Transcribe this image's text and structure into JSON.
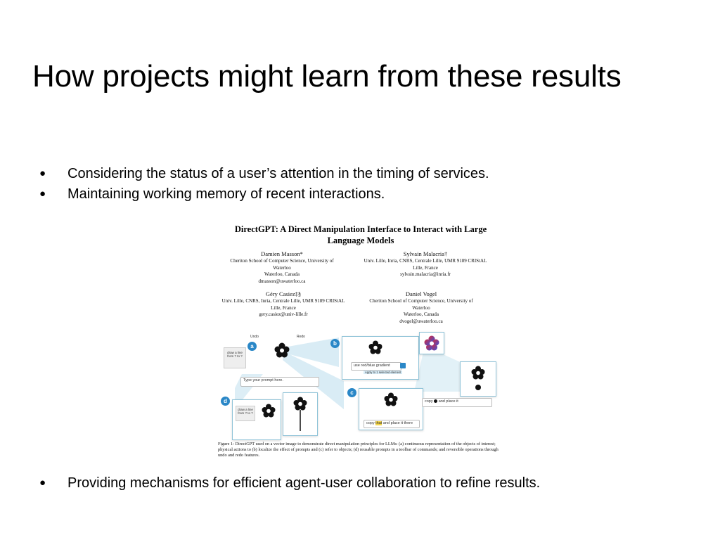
{
  "slide": {
    "title": "How projects might learn from these results",
    "bullets_top": [
      "Considering the status of a user’s attention in the timing of services.",
      "Maintaining working memory of recent interactions."
    ],
    "bullets_bottom": [
      "Providing mechanisms for efficient agent-user collaboration to refine results."
    ],
    "bullet_glyph": "●"
  },
  "figure": {
    "paper_title_line1": "DirectGPT: A Direct Manipulation Interface to Interact with Large",
    "paper_title_line2": "Language Models",
    "authors": [
      {
        "name": "Damien Masson*",
        "lines": [
          "Cheriton School of Computer Science, University of",
          "Waterloo",
          "Waterloo, Canada",
          "dmasson@uwaterloo.ca"
        ]
      },
      {
        "name": "Sylvain Malacria†",
        "lines": [
          "Univ. Lille, Inria, CNRS, Centrale Lille, UMR 9189 CRIStAL",
          "Lille, France",
          "sylvain.malacria@inria.fr"
        ]
      },
      {
        "name": "Géry Casiez‡§",
        "lines": [
          "Univ. Lille, CNRS, Inria, Centrale Lille, UMR 9189 CRIStAL",
          "Lille, France",
          "gery.casiez@univ-lille.fr"
        ]
      },
      {
        "name": "Daniel Vogel",
        "lines": [
          "Cheriton School of Computer Science, University of",
          "Waterloo",
          "Waterloo, Canada",
          "dvogel@uwaterloo.ca"
        ]
      }
    ],
    "diagram": {
      "labels": [
        "a",
        "b",
        "c",
        "d"
      ],
      "undo": "Undo",
      "redo": "Redo",
      "prompt_placeholder": "Type your prompt here.",
      "prompt_b": "use red/blue gradient",
      "applied_b": "Apply to 1 selected element",
      "prompt_c1": "copy",
      "prompt_c1b": "and place it",
      "prompt_c2a": "copy",
      "prompt_c2_highlight": "that",
      "prompt_c2b": "and place it there",
      "toolbar_card_a": "draw a line from ? to ?",
      "toolbar_card_d": "draw a line from ? to ?"
    },
    "caption": "Figure 1: DirectGPT used on a vector image to demonstrate direct manipulation principles for LLMs: (a) continuous representation of the objects of interest; physical actions to (b) localize the effect of prompts and (c) refer to objects; (d) reusable prompts in a toolbar of commands; and reversible operations through undo and redo features.",
    "colors": {
      "accent": "#2a87c7",
      "highlight": "#f3d54a",
      "callout": "#cfe7f2"
    }
  }
}
